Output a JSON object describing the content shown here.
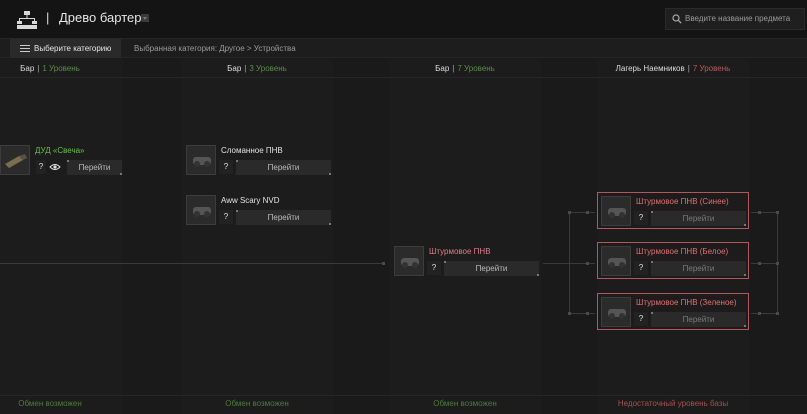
{
  "header": {
    "separator": "|",
    "title": "Древо бартера",
    "search_placeholder": "Введите название предмета"
  },
  "category": {
    "button_label": "Выберите категорию",
    "path": "Выбранная категория: Другое > Устройства"
  },
  "columns": [
    {
      "trader": "Бар",
      "divider": "|",
      "level": "1 Уровень",
      "status": "Обмен возможен",
      "ok": true
    },
    {
      "trader": "Бар",
      "divider": "|",
      "level": "3 Уровень",
      "status": "Обмен возможен",
      "ok": true
    },
    {
      "trader": "Бар",
      "divider": "|",
      "level": "7 Уровень",
      "status": "Обмен возможен",
      "ok": true
    },
    {
      "trader": "Лагерь Наемников",
      "divider": "|",
      "level": "7 Уровень",
      "status": "Недостаточный уровень базы",
      "ok": false
    }
  ],
  "items": {
    "dud": {
      "name": "ДУД «Свеча»",
      "q": "?",
      "go": "Перейти"
    },
    "broken_nvg": {
      "name": "Сломанное ПНВ",
      "q": "?",
      "go": "Перейти"
    },
    "aww_nvd": {
      "name": "Aww Scary NVD",
      "q": "?",
      "go": "Перейти"
    },
    "assault_nvg": {
      "name": "Штурмовое ПНВ",
      "q": "?",
      "go": "Перейти"
    },
    "assault_blue": {
      "name": "Штурмовое ПНВ (Синее)",
      "q": "?",
      "go": "Перейти"
    },
    "assault_white": {
      "name": "Штурмовое ПНВ (Белое)",
      "q": "?",
      "go": "Перейти"
    },
    "assault_green": {
      "name": "Штурмовое ПНВ (Зеленое)",
      "q": "?",
      "go": "Перейти"
    }
  },
  "colors": {
    "level_ok": "#5b8a48",
    "level_bad": "#b85a5a",
    "accent_red": "#b0585a"
  }
}
